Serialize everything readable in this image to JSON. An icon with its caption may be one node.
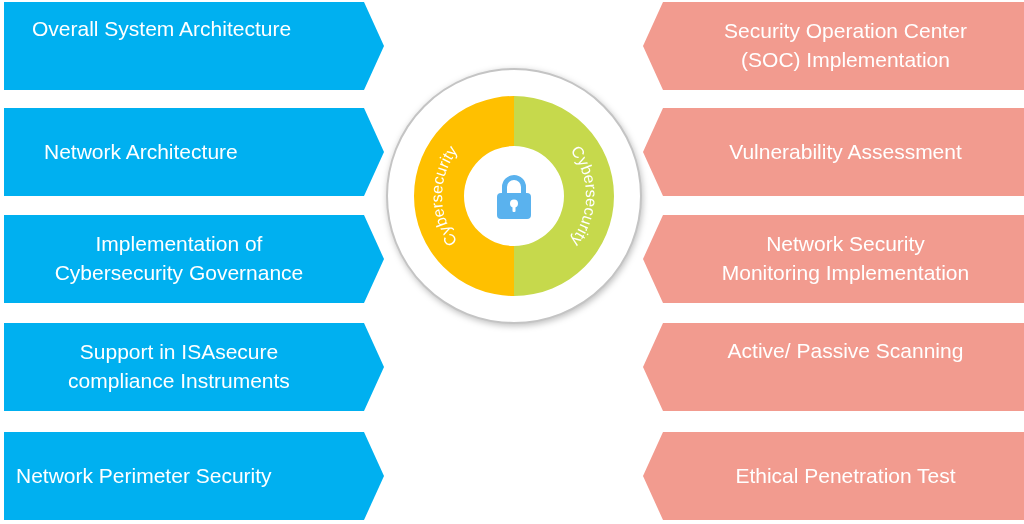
{
  "diagram": {
    "nodes": [
      {
        "text": [
          "Overall System Architecture"
        ]
      },
      {
        "text": [
          "Network Architecture"
        ]
      },
      {
        "text": [
          "Implementation of Cybersecurity Governance"
        ]
      },
      {
        "text": [
          "Support in ISAsecure compliance Instruments"
        ]
      },
      {
        "text": [
          "Network Perimeter Security"
        ]
      },
      {
        "text": [
          "Cybersecurity"
        ]
      },
      {
        "text": [
          "Cybersecurity"
        ]
      },
      {
        "text": [
          "Security Operation Center (SOC) Implementation"
        ]
      },
      {
        "text": [
          "Vulnerability Assessment"
        ]
      },
      {
        "text": [
          "Network Security Monitoring Implementation"
        ]
      },
      {
        "text": [
          "Active/ Passive Scanning"
        ]
      },
      {
        "text": [
          "Ethical Penetration Test"
        ]
      }
    ]
  }
}
